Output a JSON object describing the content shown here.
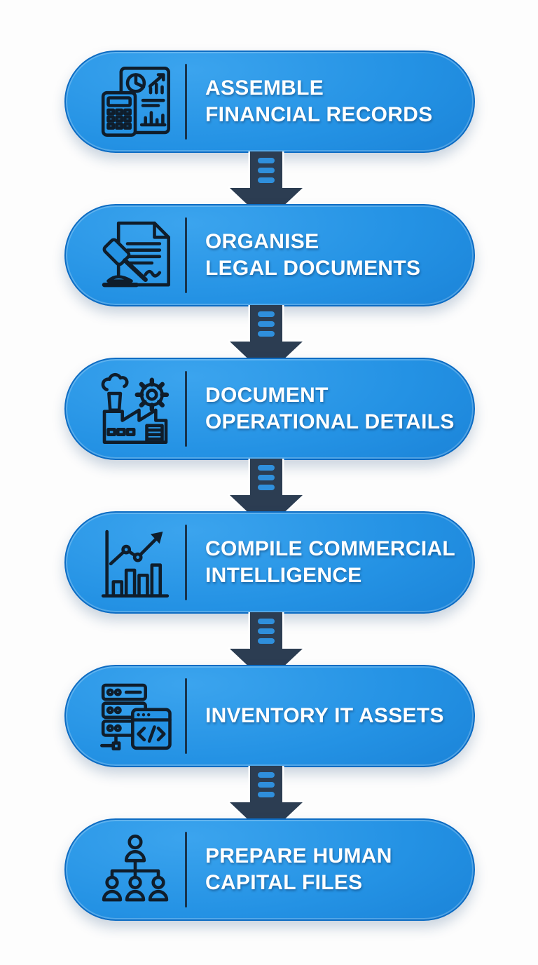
{
  "figure": {
    "type": "vertical-process-flow",
    "steps": [
      {
        "id": 1,
        "icon": "financial-records-icon",
        "lines": [
          "ASSEMBLE",
          "FINANCIAL RECORDS"
        ]
      },
      {
        "id": 2,
        "icon": "legal-documents-icon",
        "lines": [
          "ORGANISE",
          "LEGAL DOCUMENTS"
        ]
      },
      {
        "id": 3,
        "icon": "operations-factory-icon",
        "lines": [
          "DOCUMENT",
          "OPERATIONAL DETAILS"
        ]
      },
      {
        "id": 4,
        "icon": "growth-chart-icon",
        "lines": [
          "COMPILE COMMERCIAL",
          "INTELLIGENCE"
        ]
      },
      {
        "id": 5,
        "icon": "it-servers-code-icon",
        "lines": [
          "INVENTORY IT ASSETS"
        ]
      },
      {
        "id": 6,
        "icon": "org-chart-people-icon",
        "lines": [
          "PREPARE HUMAN",
          "CAPITAL FILES"
        ]
      }
    ],
    "connector": {
      "style": "down-arrow",
      "dashes": 3
    }
  },
  "colors": {
    "pill-grad-a": "#3ba4ee",
    "pill-grad-b": "#2492e4",
    "pill-grad-c": "#1478cf",
    "pill-border": "#0d6cc3",
    "occlude": "#2492e4",
    "arrow-color": "#2c3d52",
    "arrow-dash": "#2f8fdc",
    "icon-color": "#0f1d2b",
    "divider": "#16293c",
    "text": "#ffffff",
    "bg": "#fdfdfd"
  }
}
